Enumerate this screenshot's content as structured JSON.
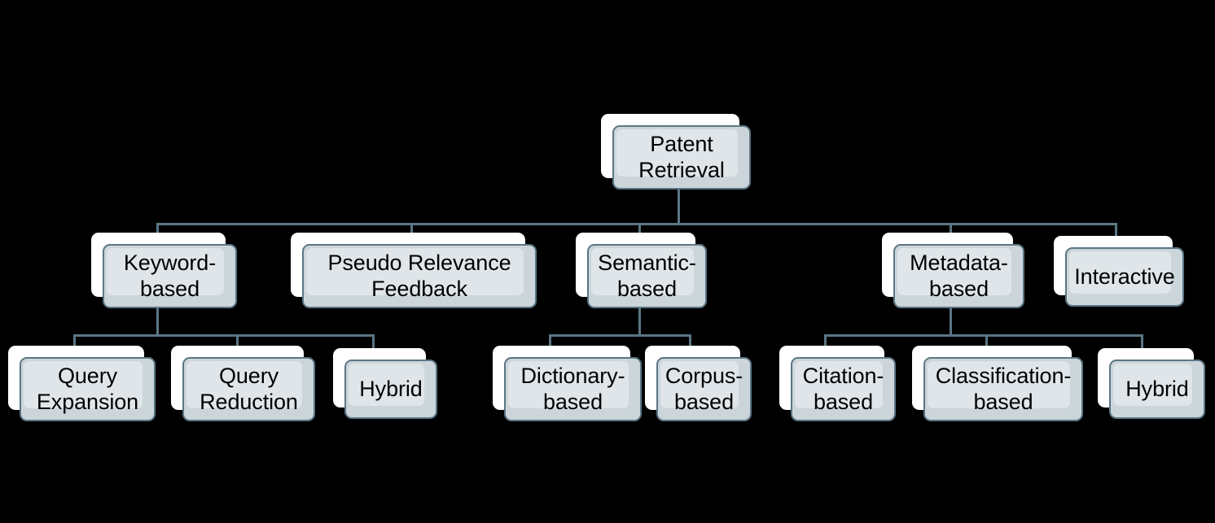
{
  "diagram": {
    "title": "Patent Retrieval taxonomy",
    "type": "tree",
    "background_color": "#000000",
    "box_fill_color": "#ccd6da",
    "box_inner_color": "#dfe5e8",
    "box_border_color": "#5b7684",
    "box_shadow_sheet_color": "#ffffff",
    "connector_color": "#5b7684",
    "text_color": "#000000"
  },
  "nodes": {
    "root": {
      "label": "Patent\nRetrieval",
      "level": 0
    },
    "keyword_based": {
      "label": "Keyword-\nbased",
      "level": 1
    },
    "pseudo_relevance_feedback": {
      "label": "Pseudo Relevance\nFeedback",
      "level": 1
    },
    "semantic_based": {
      "label": "Semantic-\nbased",
      "level": 1
    },
    "metadata_based": {
      "label": "Metadata-\nbased",
      "level": 1
    },
    "interactive": {
      "label": "Interactive",
      "level": 1
    },
    "query_expansion": {
      "label": "Query\nExpansion",
      "level": 2
    },
    "query_reduction": {
      "label": "Query\nReduction",
      "level": 2
    },
    "keyword_hybrid": {
      "label": "Hybrid",
      "level": 2
    },
    "dictionary_based": {
      "label": "Dictionary-\nbased",
      "level": 2
    },
    "corpus_based": {
      "label": "Corpus-\nbased",
      "level": 2
    },
    "citation_based": {
      "label": "Citation-\nbased",
      "level": 2
    },
    "classification_based": {
      "label": "Classification-\nbased",
      "level": 2
    },
    "metadata_hybrid": {
      "label": "Hybrid",
      "level": 2
    }
  },
  "edges": [
    {
      "from": "root",
      "to": "keyword_based"
    },
    {
      "from": "root",
      "to": "pseudo_relevance_feedback"
    },
    {
      "from": "root",
      "to": "semantic_based"
    },
    {
      "from": "root",
      "to": "metadata_based"
    },
    {
      "from": "root",
      "to": "interactive"
    },
    {
      "from": "keyword_based",
      "to": "query_expansion"
    },
    {
      "from": "keyword_based",
      "to": "query_reduction"
    },
    {
      "from": "keyword_based",
      "to": "keyword_hybrid"
    },
    {
      "from": "semantic_based",
      "to": "dictionary_based"
    },
    {
      "from": "semantic_based",
      "to": "corpus_based"
    },
    {
      "from": "metadata_based",
      "to": "citation_based"
    },
    {
      "from": "metadata_based",
      "to": "classification_based"
    },
    {
      "from": "metadata_based",
      "to": "metadata_hybrid"
    }
  ]
}
